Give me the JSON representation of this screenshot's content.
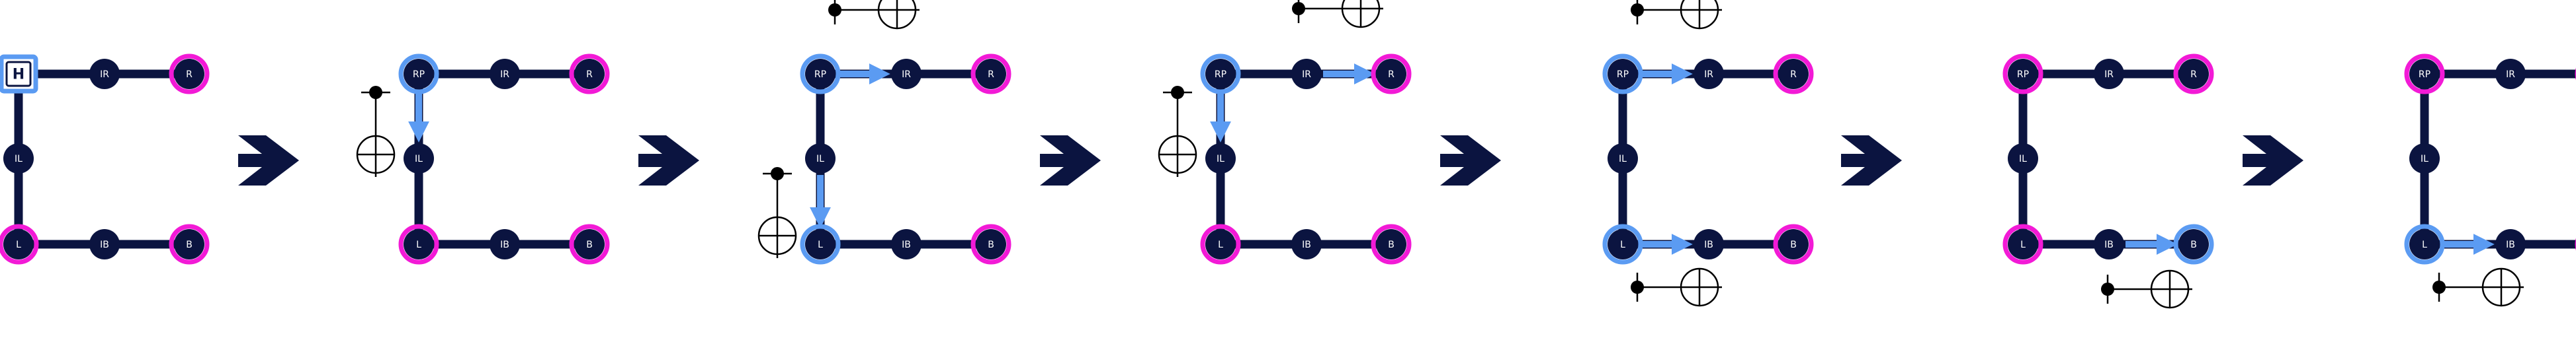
{
  "diagram": {
    "colors": {
      "edge": "#0b1440",
      "node_fill": "#0b1440",
      "node_text": "#ffffff",
      "ring_magenta": "#f21ad6",
      "ring_blue": "#5b9bf2",
      "arrow_blue": "#5b9bf2",
      "step_arrow": "#0b1440",
      "gate_black": "#000000"
    },
    "node_labels": {
      "RP": "RP",
      "IR": "IR",
      "R": "R",
      "IL": "IL",
      "L": "L",
      "IB": "IB",
      "B": "B"
    },
    "h_gate_label": "H",
    "step_arrow_icon": "chevron-right-icon",
    "panels": [
      {
        "id": "p1",
        "rp_display": "box",
        "rings": {
          "RP": "blue",
          "R": "magenta",
          "L": "magenta",
          "B": "magenta"
        },
        "moves": [],
        "gates": []
      },
      {
        "id": "p2",
        "rings": {
          "RP": "blue",
          "R": "magenta",
          "L": "magenta",
          "B": "magenta"
        },
        "moves": [
          [
            "RP",
            "IL"
          ]
        ],
        "gates": [
          "left-mid"
        ]
      },
      {
        "id": "p3",
        "rings": {
          "RP": "blue",
          "R": "magenta",
          "L": "blue",
          "B": "magenta"
        },
        "moves": [
          [
            "RP",
            "IR"
          ],
          [
            "IL",
            "L"
          ]
        ],
        "gates": [
          "top-left",
          "left-low"
        ]
      },
      {
        "id": "p4",
        "rings": {
          "RP": "blue",
          "R": "magenta",
          "L": "magenta",
          "B": "magenta"
        },
        "moves": [
          [
            "RP",
            "IL"
          ],
          [
            "IR",
            "R"
          ]
        ],
        "gates": [
          "left-mid",
          "top-right"
        ]
      },
      {
        "id": "p5",
        "rings": {
          "RP": "blue",
          "R": "magenta",
          "L": "blue",
          "B": "magenta"
        },
        "moves": [
          [
            "RP",
            "IR"
          ],
          [
            "L",
            "IB"
          ]
        ],
        "gates": [
          "top-left",
          "bottom-left"
        ]
      },
      {
        "id": "p6",
        "rings": {
          "RP": "magenta",
          "R": "magenta",
          "L": "magenta",
          "B": "blue"
        },
        "moves": [
          [
            "IB",
            "B"
          ]
        ],
        "gates": [
          "bottom-right"
        ]
      },
      {
        "id": "p7",
        "rings": {
          "RP": "magenta",
          "R": "magenta",
          "L": "blue",
          "B": "magenta"
        },
        "moves": [
          [
            "L",
            "IB"
          ]
        ],
        "gates": [
          "bottom-left"
        ]
      }
    ]
  }
}
